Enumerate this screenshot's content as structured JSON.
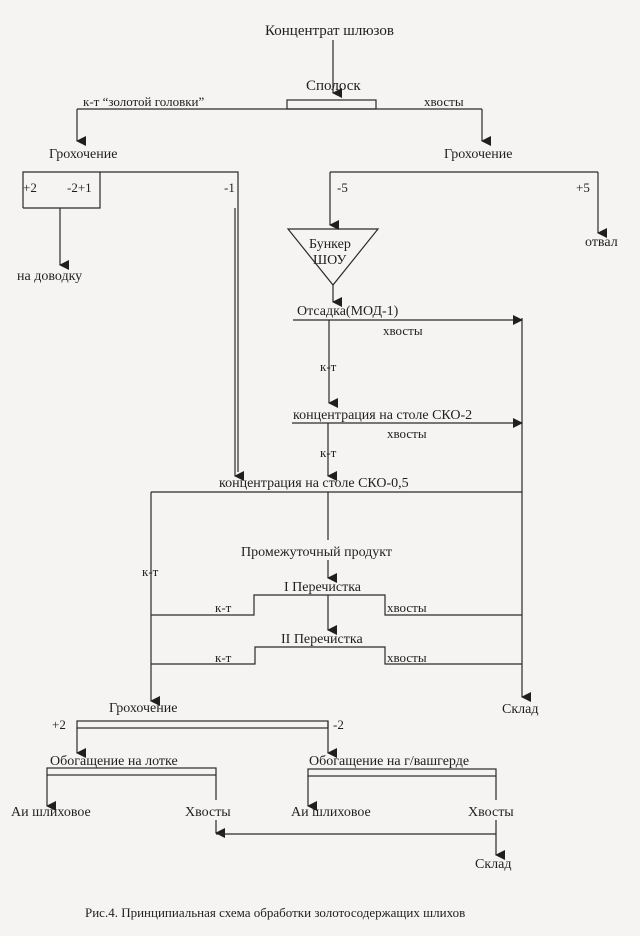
{
  "diagram": {
    "title": "Рис.4. Принципиальная схема обработки золотосодержащих шлихов",
    "nodes": {
      "source": "Концентрат шлюзов",
      "rinse": "Сполоск",
      "screen_left": "Грохочение",
      "screen_right": "Грохочение",
      "to_finishing": "на доводку",
      "dump": "отвал",
      "bunker_line1": "Бункер",
      "bunker_line2": "ШОУ",
      "jig": "Отсадка(МОД-1)",
      "table_sko2": "концентрация на столе СКО-2",
      "table_sko05": "концентрация на столе СКО-0,5",
      "middlings": "Промежуточный продукт",
      "cleaning1": "I Перечистка",
      "cleaning2": "II Перечистка",
      "screen_bottom": "Грохочение",
      "store_right": "Склад",
      "pan": "Обогащение на лотке",
      "sluice": "Обогащение на г/вашгерде",
      "au_left": "Аи шлиховое",
      "tails_left": "Хвосты",
      "au_right": "Аи шлиховое",
      "tails_right": "Хвосты",
      "store_bottom": "Склад"
    },
    "edge_labels": {
      "gold_head": "к-т “золотой головки”",
      "rinse_tails": "хвосты",
      "plus2": "+2",
      "minus2plus1": "-2+1",
      "minus1": "-1",
      "minus5": "-5",
      "plus5": "+5",
      "jig_tails": "хвосты",
      "jig_conc": "к-т",
      "sko2_tails": "хвосты",
      "sko2_conc": "к-т",
      "sko05_conc": "к-т",
      "c1_conc": "к-т",
      "c1_tails": "хвосты",
      "c2_conc": "к-т",
      "c2_tails": "хвосты",
      "bottom_plus2": "+2",
      "bottom_minus2": "-2"
    }
  }
}
